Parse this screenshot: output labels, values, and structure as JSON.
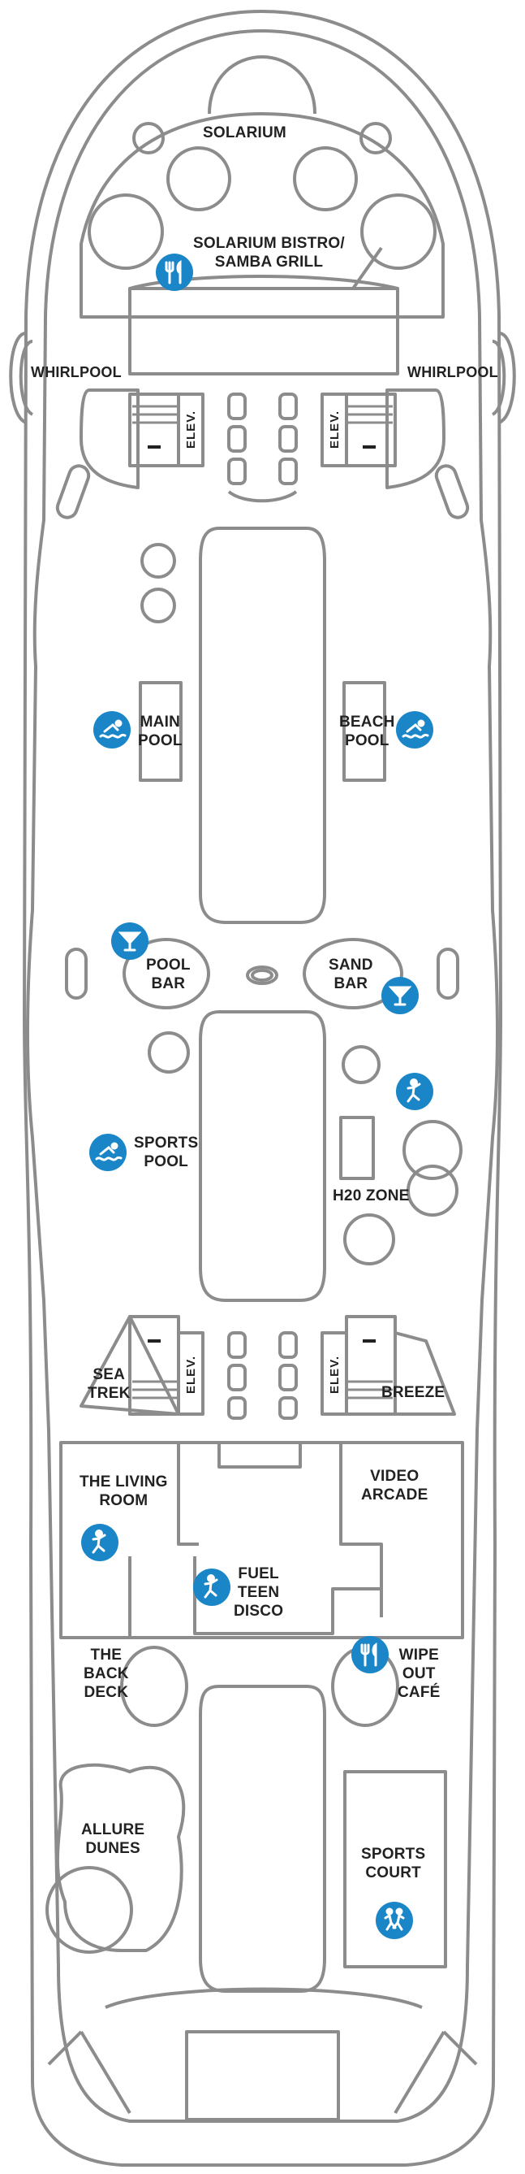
{
  "venues": {
    "solarium": "SOLARIUM",
    "solarium_bistro": [
      "SOLARIUM BISTRO/",
      "SAMBA GRILL"
    ],
    "whirlpool_left": "WHIRLPOOL",
    "whirlpool_right": "WHIRLPOOL",
    "elev_top_left": "ELEV.",
    "elev_top_right": "ELEV.",
    "main_pool": [
      "MAIN",
      "POOL"
    ],
    "beach_pool": [
      "BEACH",
      "POOL"
    ],
    "pool_bar": [
      "POOL",
      "BAR"
    ],
    "sand_bar": [
      "SAND",
      "BAR"
    ],
    "sports_pool": [
      "SPORTS",
      "POOL"
    ],
    "h2o_zone": "H20 ZONE",
    "sea_trek": [
      "SEA",
      "TREK"
    ],
    "elev_mid_left": "ELEV.",
    "elev_mid_right": "ELEV.",
    "breeze": "BREEZE",
    "living_room": [
      "THE LIVING",
      "ROOM"
    ],
    "video_arcade": [
      "VIDEO",
      "ARCADE"
    ],
    "fuel": [
      "FUEL",
      "TEEN",
      "DISCO"
    ],
    "back_deck": [
      "THE",
      "BACK",
      "DECK"
    ],
    "wipe_out": [
      "WIPE",
      "OUT",
      "CAFÉ"
    ],
    "allure_dunes": [
      "ALLURE",
      "DUNES"
    ],
    "sports_court": [
      "SPORTS",
      "COURT"
    ]
  },
  "icons": {
    "dining": "dining-icon",
    "pool": "pool-icon",
    "bar": "cocktail-icon",
    "kids": "kids-activity-icon",
    "sports": "sports-icon"
  },
  "colors": {
    "outline": "#8c8c8c",
    "icon_bg": "#1a86c7",
    "icon_fg": "#ffffff",
    "text": "#222222"
  }
}
